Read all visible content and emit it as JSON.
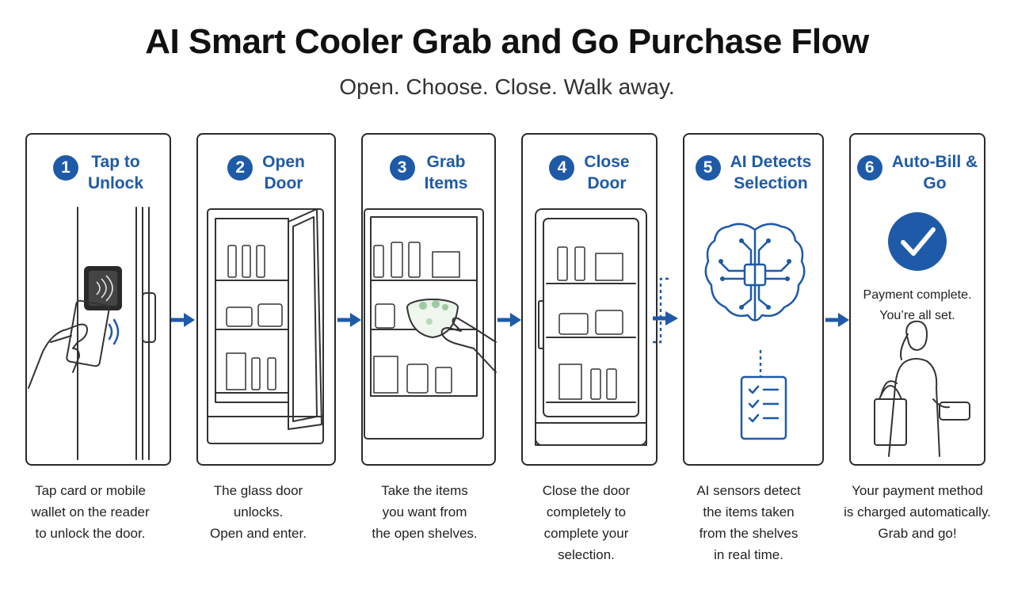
{
  "header": {
    "title": "AI Smart Cooler Grab and Go Purchase Flow",
    "subtitle": "Open. Choose. Close. Walk away."
  },
  "steps": [
    {
      "number": "1",
      "title": "Tap to\nUnlock",
      "caption": "Tap card or mobile\nwallet on the reader\nto unlock the door."
    },
    {
      "number": "2",
      "title": "Open\nDoor",
      "caption": "The glass door\nunlocks.\nOpen and enter."
    },
    {
      "number": "3",
      "title": "Grab\nItems",
      "caption": "Take the items\nyou want from\nthe open shelves."
    },
    {
      "number": "4",
      "title": "Close\nDoor",
      "caption": "Close the door\ncompletely to\ncomplete your\nselection."
    },
    {
      "number": "5",
      "title": "AI Detects\nSelection",
      "caption": "AI sensors detect\nthe items taken\nfrom the shelves\nin real time."
    },
    {
      "number": "6",
      "title": "Auto-Bill &\nGo",
      "caption": "Your payment method\nis charged automatically.\nGrab and go!",
      "status": "Payment complete.\nYou’re all set."
    }
  ],
  "colors": {
    "accent": "#1e5aa8",
    "outline": "#2b2b2b"
  },
  "icons": [
    "nfc-reader-icon",
    "card-icon",
    "cooler-icon",
    "salad-bowl-icon",
    "brain-chip-icon",
    "checklist-icon",
    "check-circle-icon",
    "person-icon",
    "arrow-right-icon"
  ]
}
